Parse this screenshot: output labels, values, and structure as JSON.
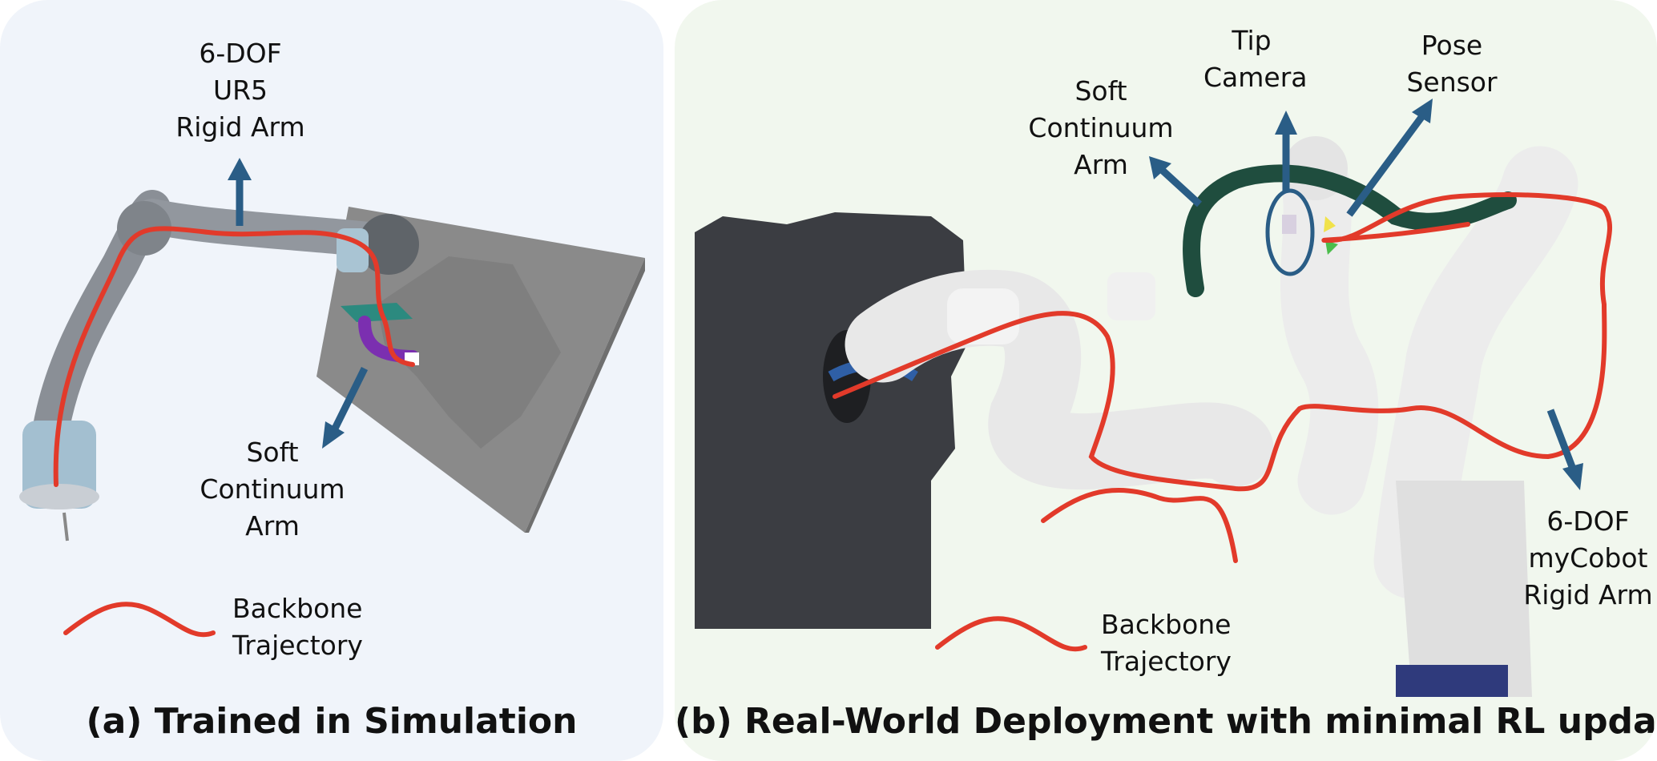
{
  "panel_a": {
    "rigid_arm_label": [
      "6-DOF",
      "UR5",
      "Rigid Arm"
    ],
    "soft_arm_label": [
      "Soft",
      "Continuum",
      "Arm"
    ],
    "legend_label": [
      "Backbone",
      "Trajectory"
    ],
    "caption": "(a) Trained in Simulation"
  },
  "panel_b": {
    "tip_camera_label": [
      "Tip",
      "Camera"
    ],
    "pose_sensor_label": [
      "Pose",
      "Sensor"
    ],
    "soft_arm_label": [
      "Soft",
      "Continuum",
      "Arm"
    ],
    "rigid_arm_label": [
      "6-DOF",
      "myCobot",
      "Rigid Arm"
    ],
    "legend_label": [
      "Backbone",
      "Trajectory"
    ],
    "caption": "(b) Real-World Deployment with minimal RL updates"
  },
  "colors": {
    "trajectory": "#e23a2a",
    "arrow": "#2a5d86",
    "panel_a_bg": "#f0f4fa",
    "panel_b_bg": "#f1f7ee"
  }
}
